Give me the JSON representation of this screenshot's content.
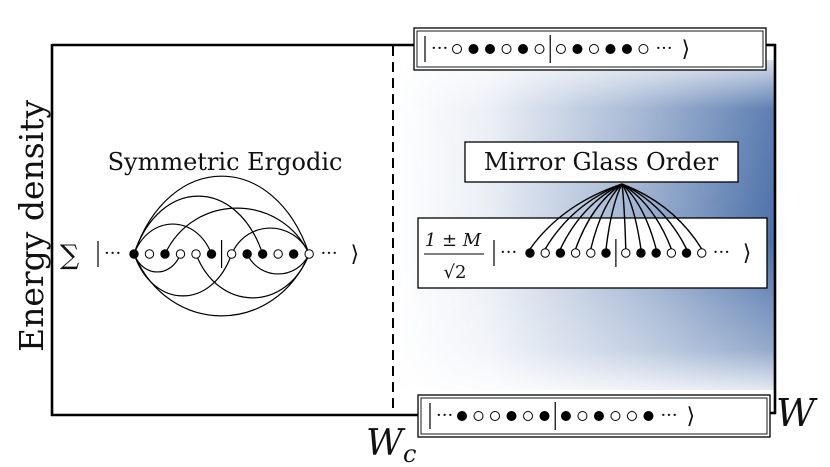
{
  "axes": {
    "ylabel": "Energy density",
    "x_critical_label": "W",
    "x_critical_subscript": "c",
    "x_label": "W"
  },
  "left_region": {
    "title": "Symmetric Ergodic",
    "sum_symbol": "∑",
    "ket_open": "|",
    "ket_close": "⟩",
    "ellipsis": "···",
    "chain_left": [
      "filled",
      "open",
      "filled",
      "open",
      "open",
      "filled"
    ],
    "chain_right": [
      "open",
      "filled",
      "filled",
      "open",
      "filled",
      "open"
    ]
  },
  "right_region": {
    "title": "Mirror Glass Order",
    "coef_numerator": "1 ± M",
    "coef_denominator": "√2",
    "ket_open": "|",
    "ket_close": "⟩",
    "ellipsis": "···",
    "chain_left": [
      "filled",
      "open",
      "filled",
      "open",
      "open",
      "filled"
    ],
    "chain_right": [
      "open",
      "filled",
      "filled",
      "open",
      "filled",
      "open"
    ],
    "shade_color": "#4a6fa8"
  },
  "top_state": {
    "ellipsis": "···",
    "chain_left": [
      "open",
      "filled",
      "filled",
      "open",
      "filled",
      "open"
    ],
    "chain_right": [
      "open",
      "filled",
      "open",
      "filled",
      "filled",
      "open"
    ]
  },
  "bottom_state": {
    "ellipsis": "···",
    "chain_left": [
      "filled",
      "open",
      "open",
      "filled",
      "open",
      "filled"
    ],
    "chain_right": [
      "filled",
      "open",
      "filled",
      "open",
      "open",
      "filled"
    ]
  }
}
